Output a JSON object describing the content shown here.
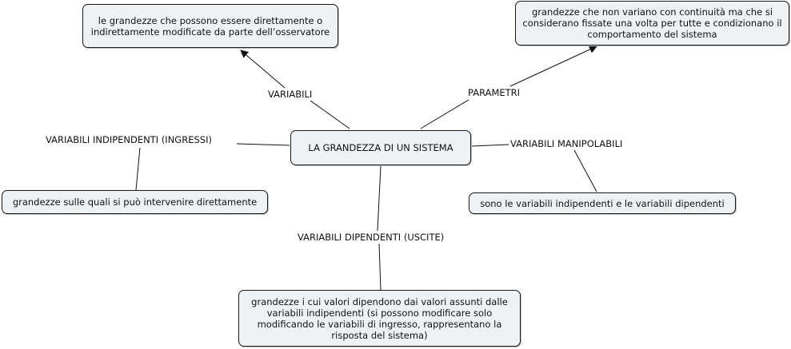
{
  "center": "LA GRANDEZZA DI UN SISTEMA",
  "nodes": {
    "variabili_def": "le grandezze che possono essere direttamente o indirettamente modificate da parte dell’osservatore",
    "parametri_def": "grandezze che non variano con continuità ma che si considerano fissate una volta per tutte e condizionano il comportamento del sistema",
    "indipendenti_def": "grandezze sulle quali si può intervenire direttamente",
    "manipolabili_def": "sono le variabili indipendenti e le variabili dipendenti",
    "dipendenti_def": "grandezze i cui valori dipendono dai valori assunti dalle variabili indipendenti (si possono modificare solo modificando le variabili di ingresso, rappresentano la risposta del sistema)"
  },
  "links": {
    "variabili": "VARIABILI",
    "parametri": "PARAMETRI",
    "indipendenti": "VARIABILI INDIPENDENTI (INGRESSI)",
    "manipolabili": "VARIABILI MANIPOLABILI",
    "dipendenti": "VARIABILI DIPENDENTI (USCITE)"
  },
  "colors": {
    "node_fill": "#eef2f4",
    "line": "#1a1a1a"
  }
}
